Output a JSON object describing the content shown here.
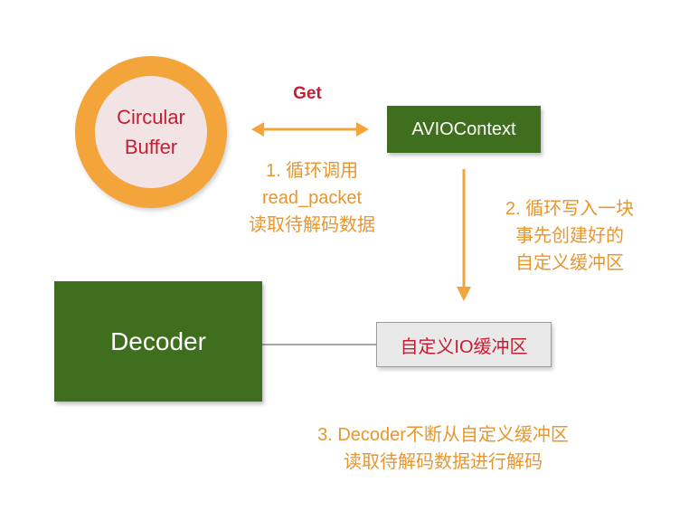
{
  "diagram": {
    "circular_buffer": {
      "line1": "Circular",
      "line2": "Buffer"
    },
    "get_label": "Get",
    "avio_context": "AVIOContext",
    "decoder": "Decoder",
    "custom_io_buffer": "自定义IO缓冲区",
    "step1": {
      "line1": "1. 循环调用",
      "line2": "read_packet",
      "line3": "读取待解码数据"
    },
    "step2": {
      "line1": "2. 循环写入一块",
      "line2": "事先创建好的",
      "line3": "自定义缓冲区"
    },
    "step3": {
      "line1": "3. Decoder不断从自定义缓冲区",
      "line2": "读取待解码数据进行解码"
    }
  },
  "colors": {
    "orange": "#f3a43a",
    "green": "#3f6f1e",
    "red_text": "#c41e35",
    "note_text": "#e8962e"
  }
}
